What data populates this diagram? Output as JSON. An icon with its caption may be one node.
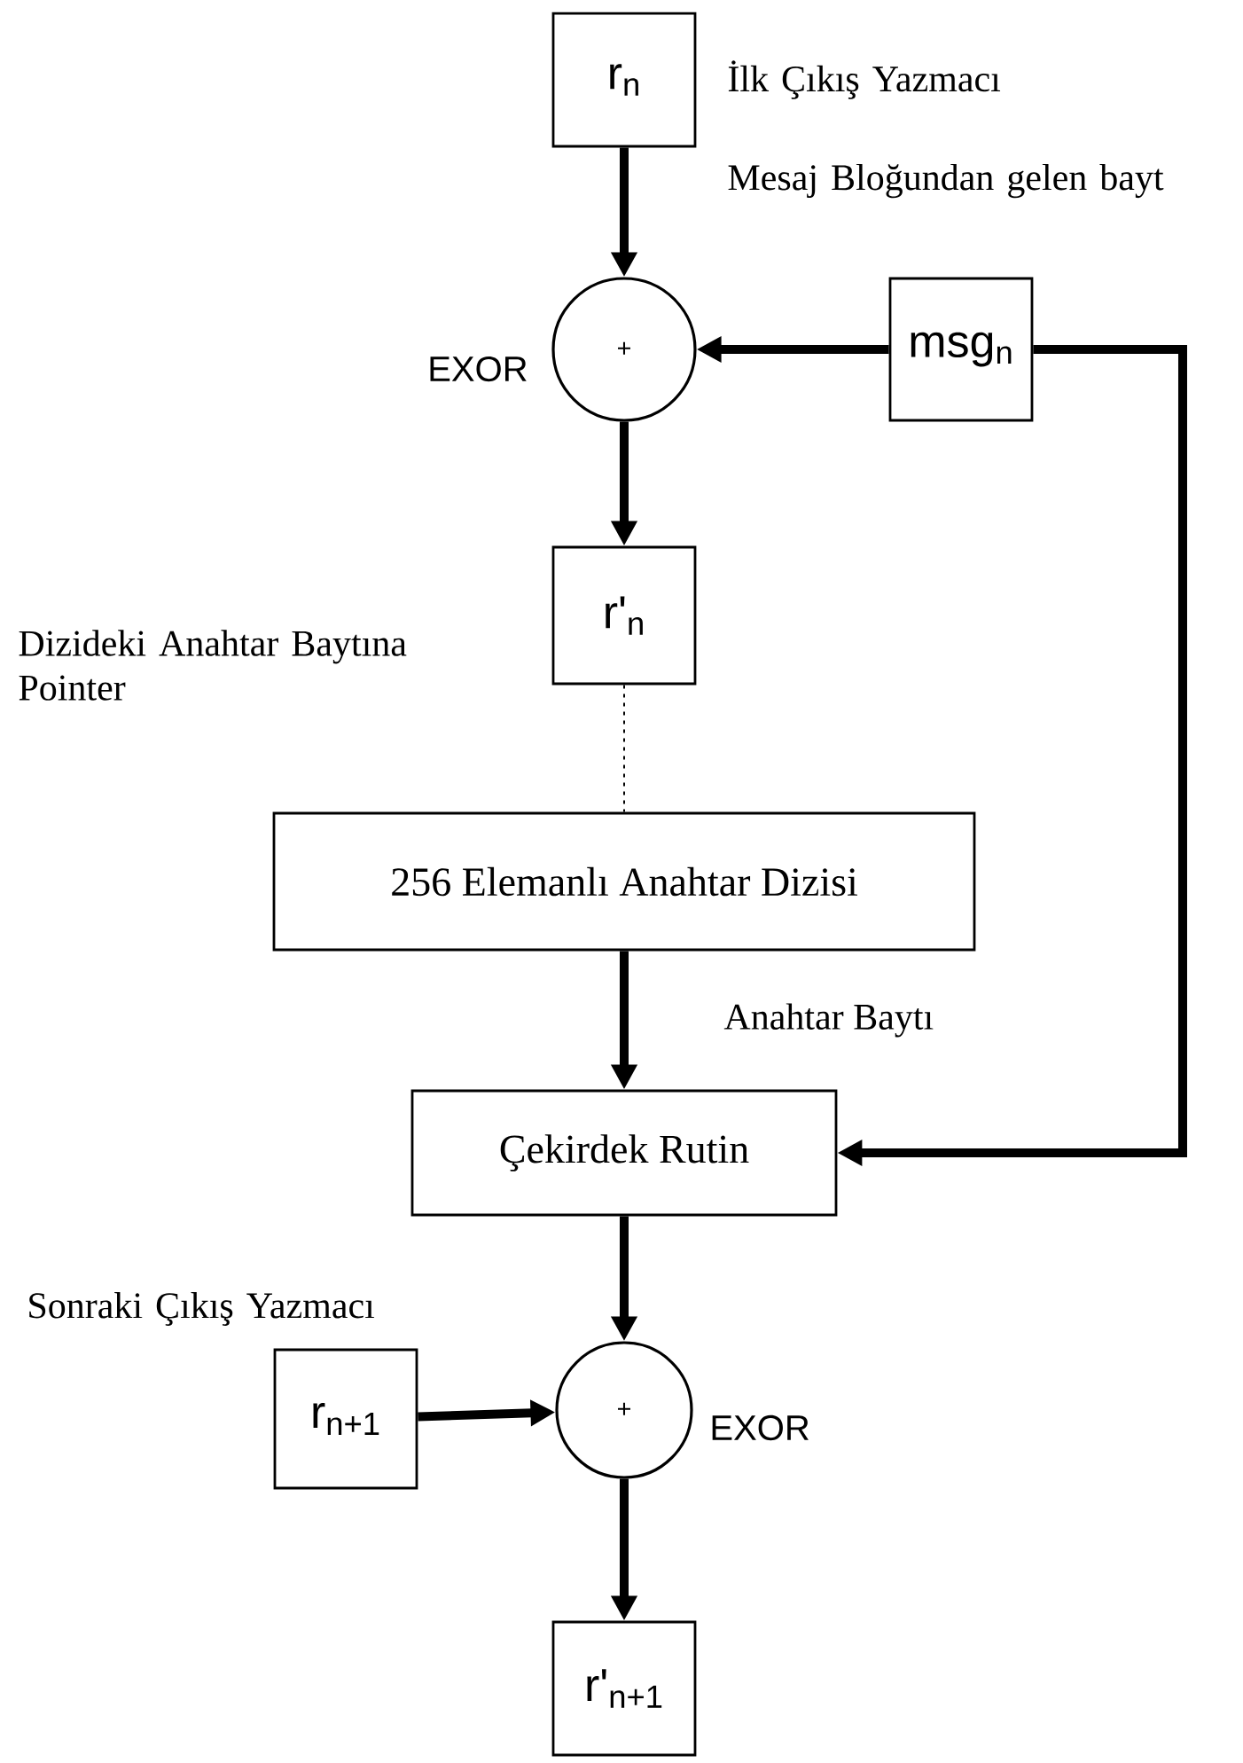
{
  "diagram": {
    "nodes": [
      {
        "text": [
          "r$_{n}$"
        ],
        "beside": [
          "İlk Çıkış Yazmacı"
        ]
      },
      {
        "text": [
          "+"
        ],
        "beside": [
          "EXOR"
        ]
      },
      {
        "text": [
          "msg$_{n}$"
        ]
      },
      {
        "text": [
          "r'$_{n}$"
        ]
      },
      {
        "text": [
          "256 Elemanlı Anahtar Dizisi"
        ]
      },
      {
        "text": [
          "Çekirdek Rutin"
        ]
      },
      {
        "text": [
          "r$_{n+1}$"
        ],
        "beside": [
          "Sonraki Çıkış Yazmacı"
        ]
      },
      {
        "text": [
          "+"
        ],
        "beside": [
          "EXOR"
        ]
      },
      {
        "text": [
          "r'$_{n+1}$"
        ]
      }
    ],
    "edges": [
      {
        "from": 0,
        "to": 1,
        "arrow": "to"
      },
      {
        "from": 2,
        "to": 1,
        "arrow": "to"
      },
      {
        "from": 1,
        "to": 3,
        "arrow": "to"
      },
      {
        "from": 3,
        "to": 4,
        "arrow": "none",
        "style": "dashed"
      },
      {
        "from": 4,
        "to": 5,
        "arrow": "to",
        "label": "Anahtar Baytı"
      },
      {
        "from": 2,
        "to": 5,
        "arrow": "to"
      },
      {
        "from": 5,
        "to": 7,
        "arrow": "to"
      },
      {
        "from": 6,
        "to": 7,
        "arrow": "to"
      },
      {
        "from": 7,
        "to": 8,
        "arrow": "to"
      }
    ],
    "labels": [
      "Mesaj Bloğundan gelen bayt",
      "Dizideki Anahtar Baytına Pointer"
    ]
  }
}
